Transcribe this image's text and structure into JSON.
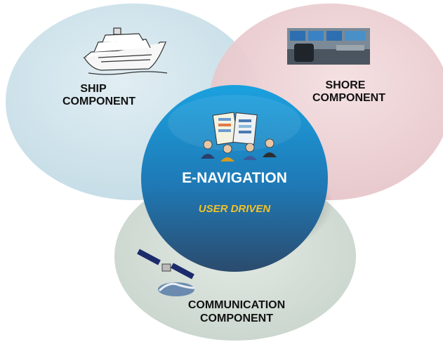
{
  "diagram": {
    "ship": {
      "line1": "SHIP",
      "line2": "COMPONENT",
      "icon": "ship-icon"
    },
    "shore": {
      "line1": "SHORE",
      "line2": "COMPONENT",
      "icon": "control-room-icon"
    },
    "communication": {
      "line1": "COMMUNICATION",
      "line2": "COMPONENT",
      "icon": "satellite-icon"
    },
    "center": {
      "title": "E-NAVIGATION",
      "subtitle": "USER DRIVEN",
      "icon": "users-chart-icon"
    }
  },
  "colors": {
    "ship_circle": "#d2e5ec",
    "shore_circle": "#edd3d6",
    "comm_circle": "#d3ddd6",
    "center_top": "#1ba1df",
    "center_bottom": "#2c4f72",
    "subtitle": "#f2c22a"
  }
}
